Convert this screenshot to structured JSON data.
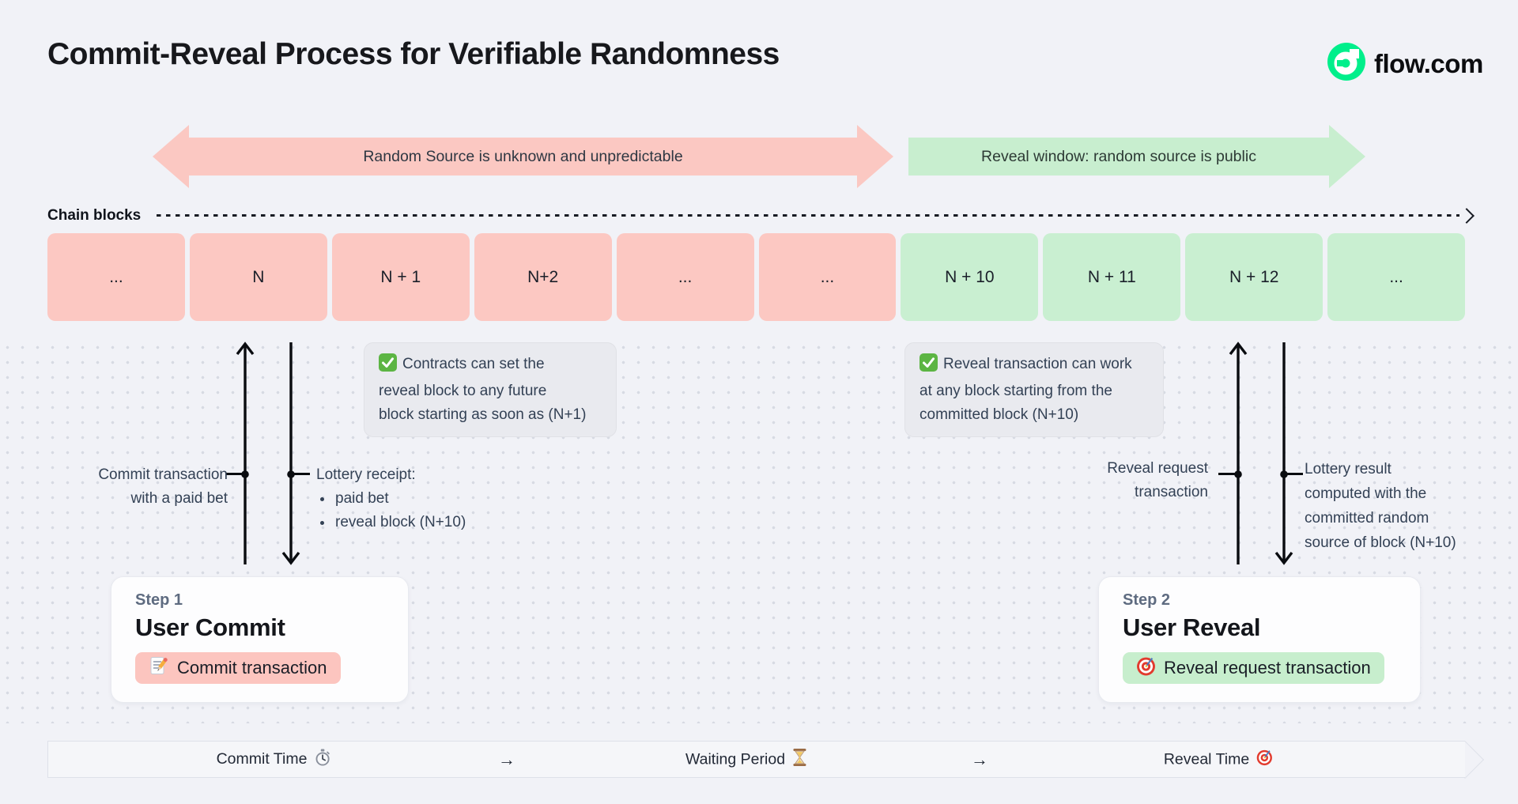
{
  "header": {
    "title": "Commit-Reveal Process for Verifiable Randomness",
    "brand": "flow.com",
    "brand_icon": "flow-logo-icon"
  },
  "phase_arrows": {
    "commit": {
      "label": "Random Source is unknown and unpredictable",
      "color": "#fbc8c2",
      "direction": "both"
    },
    "reveal": {
      "label": "Reveal window: random source is public",
      "color": "#c8eecf",
      "direction": "right"
    }
  },
  "chain": {
    "label": "Chain blocks",
    "blocks": [
      {
        "label": "...",
        "phase": "commit"
      },
      {
        "label": "N",
        "phase": "commit"
      },
      {
        "label": "N + 1",
        "phase": "commit"
      },
      {
        "label": "N+2",
        "phase": "commit"
      },
      {
        "label": "...",
        "phase": "commit"
      },
      {
        "label": "...",
        "phase": "commit"
      },
      {
        "label": "N + 10",
        "phase": "reveal"
      },
      {
        "label": "N + 11",
        "phase": "reveal"
      },
      {
        "label": "N + 12",
        "phase": "reveal"
      },
      {
        "label": "...",
        "phase": "reveal"
      }
    ]
  },
  "notes": {
    "commit_window": {
      "icon": "check-icon",
      "lines": [
        "Contracts can set the",
        "reveal block to any future",
        "block starting as soon as (N+1)"
      ]
    },
    "reveal_window": {
      "icon": "check-icon",
      "lines": [
        "Reveal transaction can work",
        "at any block starting from the",
        "committed block (N+10)"
      ]
    }
  },
  "annotations": {
    "commit_tx": {
      "lines": [
        "Commit transaction",
        "with a paid bet"
      ]
    },
    "lottery_receipt": {
      "title": "Lottery receipt:",
      "bullets": [
        "paid bet",
        "reveal block (N+10)"
      ]
    },
    "reveal_tx": {
      "lines": [
        "Reveal request",
        "transaction"
      ]
    },
    "lottery_result": {
      "lines": [
        "Lottery result",
        "computed with the",
        "committed random",
        "source of block (N+10)"
      ]
    }
  },
  "steps": [
    {
      "label": "Step 1",
      "title": "User Commit",
      "button": {
        "icon": "memo-icon",
        "label": "Commit transaction",
        "color": "#fcc5bf"
      }
    },
    {
      "label": "Step 2",
      "title": "User Reveal",
      "button": {
        "icon": "target-icon",
        "label": "Reveal request transaction",
        "color": "#c7eecd"
      }
    }
  ],
  "timeline": {
    "segments": [
      {
        "label": "Commit Time",
        "icon": "stopwatch-icon"
      },
      {
        "label": "Waiting Period",
        "icon": "hourglass-icon"
      },
      {
        "label": "Reveal Time",
        "icon": "target-icon"
      }
    ],
    "arrow": "→"
  },
  "colors": {
    "background": "#f1f2f7",
    "commit_pink": "#fcc8c2",
    "reveal_green": "#c9efd1",
    "note_gray": "#e9eaef",
    "text_slate": "#334155",
    "flow_green": "#00ef8b"
  }
}
